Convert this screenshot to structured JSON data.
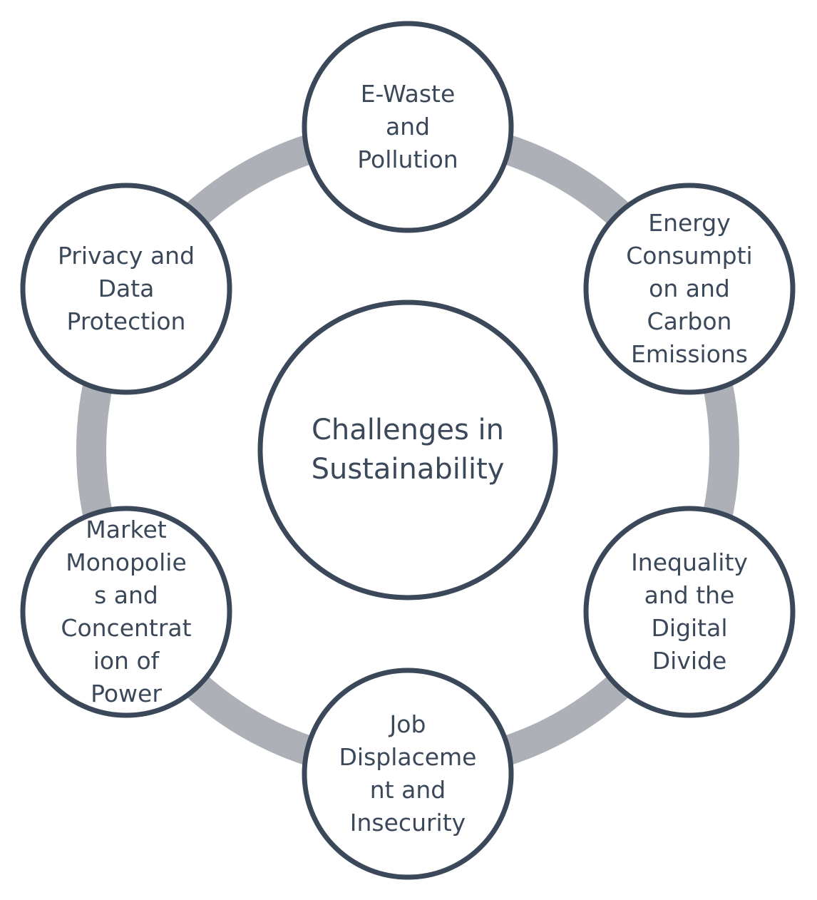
{
  "colors": {
    "ring": "#adb0b7",
    "node_stroke": "#3b4859",
    "node_fill": "#ffffff",
    "text": "#3b4859"
  },
  "center": {
    "label": "Challenges in\nSustainability"
  },
  "nodes": [
    {
      "id": "e-waste",
      "label": "E-Waste\nand\nPollution"
    },
    {
      "id": "energy",
      "label": "Energy\nConsumpti\non and\nCarbon\nEmissions"
    },
    {
      "id": "inequality",
      "label": "Inequality\nand the\nDigital\nDivide"
    },
    {
      "id": "job",
      "label": "Job\nDisplaceme\nnt and\nInsecurity"
    },
    {
      "id": "market",
      "label": "Market\nMonopolie\ns and\nConcentrat\nion of\nPower"
    },
    {
      "id": "privacy",
      "label": "Privacy and\nData\nProtection"
    }
  ]
}
